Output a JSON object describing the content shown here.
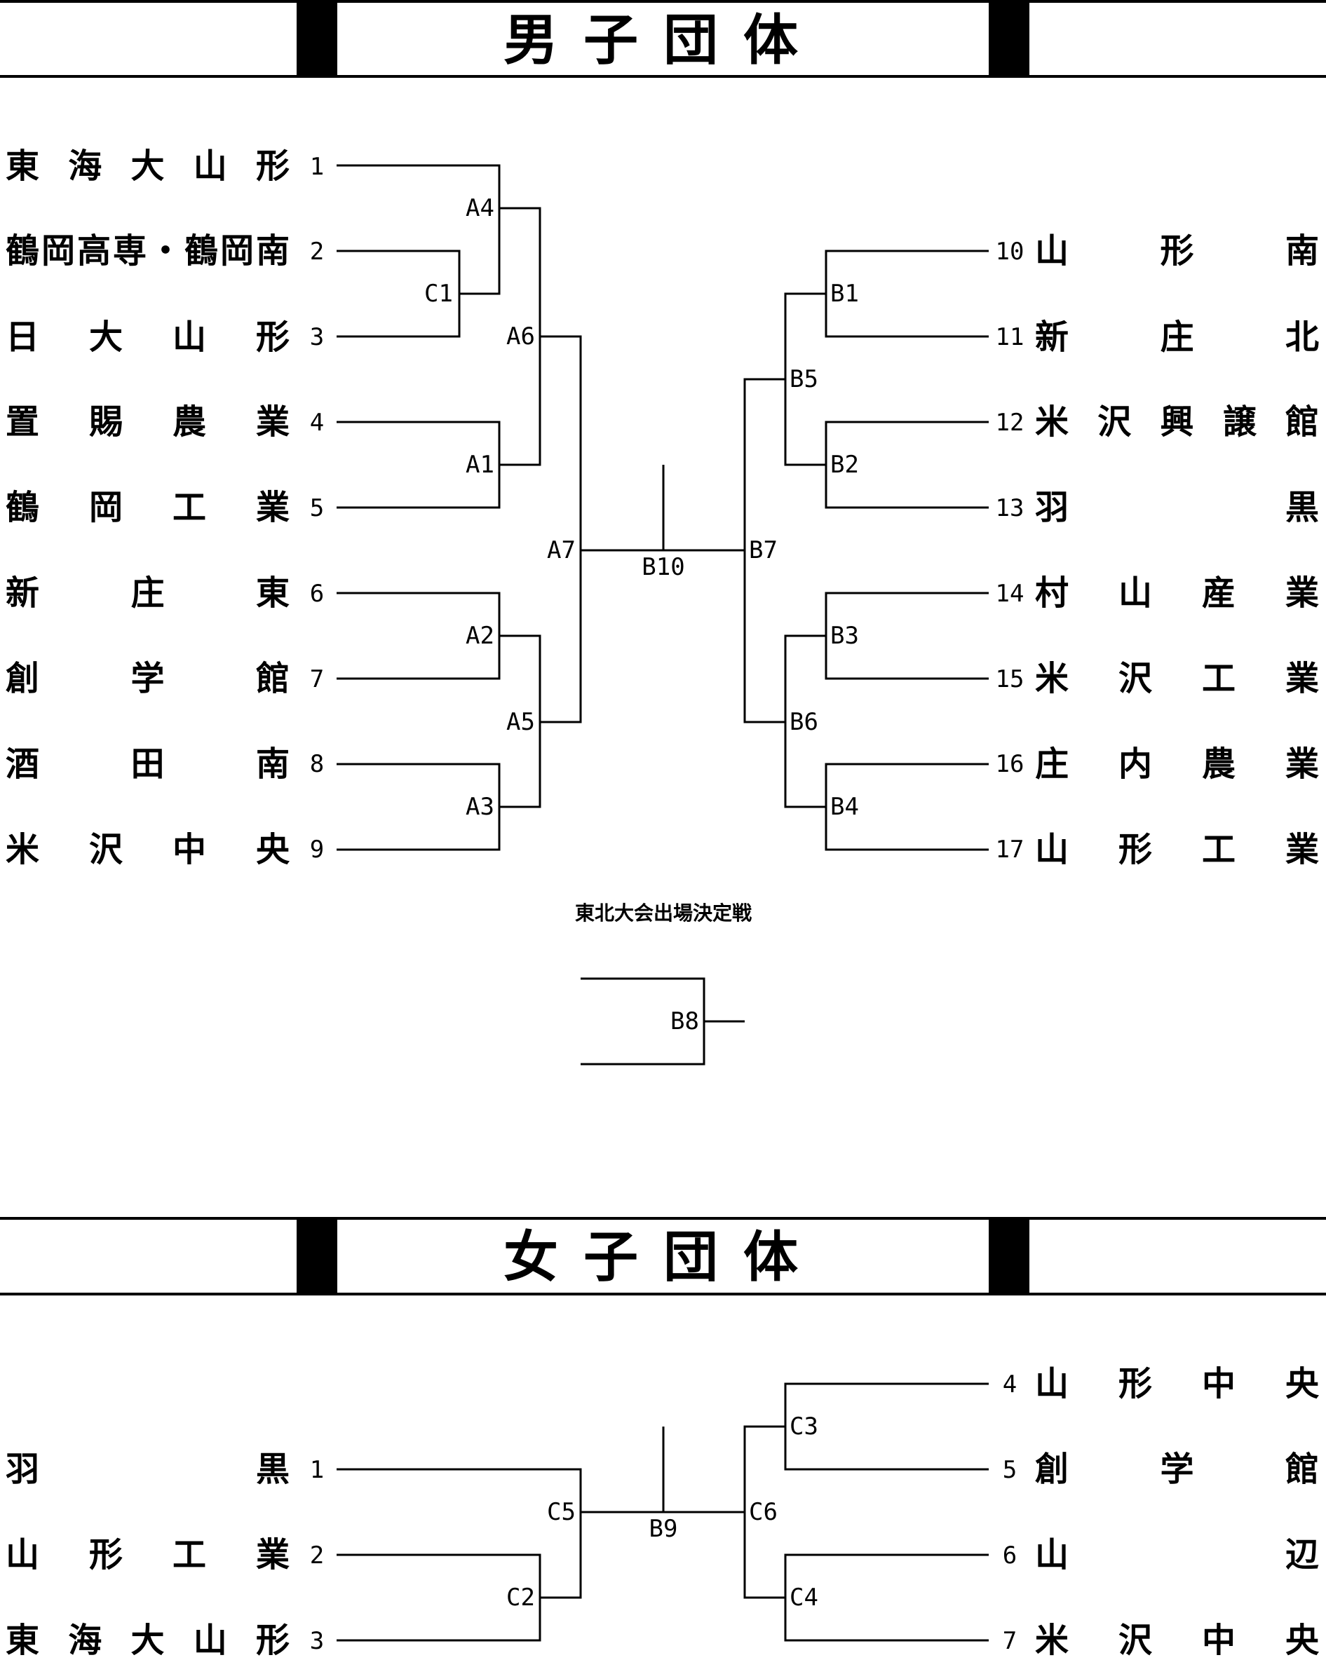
{
  "boys": {
    "title": "男子団体",
    "left_teams": [
      {
        "seed": "1",
        "name": "東海大山形"
      },
      {
        "seed": "2",
        "name": "鶴岡高専・鶴岡南"
      },
      {
        "seed": "3",
        "name": "日大山形"
      },
      {
        "seed": "4",
        "name": "置賜農業"
      },
      {
        "seed": "5",
        "name": "鶴岡工業"
      },
      {
        "seed": "6",
        "name": "新庄東"
      },
      {
        "seed": "7",
        "name": "創学館"
      },
      {
        "seed": "8",
        "name": "酒田南"
      },
      {
        "seed": "9",
        "name": "米沢中央"
      }
    ],
    "right_teams": [
      {
        "seed": "10",
        "name": "山形南"
      },
      {
        "seed": "11",
        "name": "新庄北"
      },
      {
        "seed": "12",
        "name": "米沢興譲館"
      },
      {
        "seed": "13",
        "name": "羽黒"
      },
      {
        "seed": "14",
        "name": "村山産業"
      },
      {
        "seed": "15",
        "name": "米沢工業"
      },
      {
        "seed": "16",
        "name": "庄内農業"
      },
      {
        "seed": "17",
        "name": "山形工業"
      }
    ],
    "matches": {
      "C1": "C1",
      "A4": "A4",
      "A6": "A6",
      "A1": "A1",
      "A2": "A2",
      "A5": "A5",
      "A3": "A3",
      "A7": "A7",
      "B1": "B1",
      "B2": "B2",
      "B3": "B3",
      "B4": "B4",
      "B5": "B5",
      "B6": "B6",
      "B7": "B7",
      "B10": "B10",
      "B8": "B8"
    },
    "playoff_label": "東北大会出場決定戦"
  },
  "girls": {
    "title": "女子団体",
    "left_teams": [
      {
        "seed": "1",
        "name": "羽黒"
      },
      {
        "seed": "2",
        "name": "山形工業"
      },
      {
        "seed": "3",
        "name": "東海大山形"
      }
    ],
    "right_teams": [
      {
        "seed": "4",
        "name": "山形中央"
      },
      {
        "seed": "5",
        "name": "創学館"
      },
      {
        "seed": "6",
        "name": "山辺"
      },
      {
        "seed": "7",
        "name": "米沢中央"
      }
    ],
    "matches": {
      "C2": "C2",
      "C5": "C5",
      "B9": "B9",
      "C3": "C3",
      "C4": "C4",
      "C6": "C6"
    }
  }
}
